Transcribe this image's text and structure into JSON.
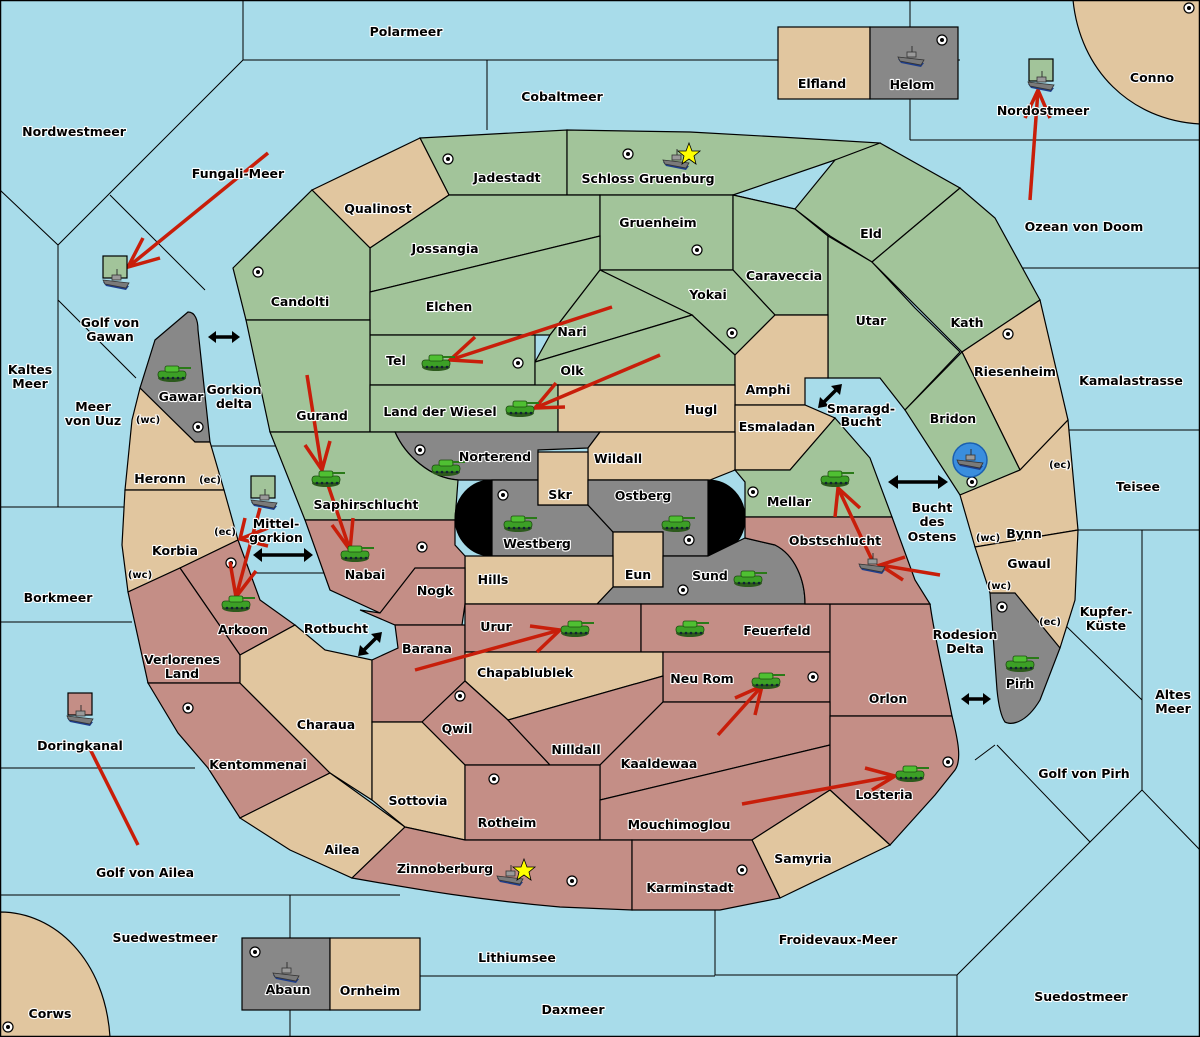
{
  "game": {
    "type": "diplomacy-variant-map",
    "colors": {
      "sea": "#a8dcea",
      "green_power": "#a2c49a",
      "red_power": "#c48e86",
      "neutral": "#e1c69f",
      "gray_power": "#888888",
      "order_arrow": "#c81e0a",
      "retreat_highlight": "#3a8ede",
      "capital_star": "#ffff00"
    }
  },
  "seas": {
    "polarmeer": "Polarmeer",
    "cobaltmeer": "Cobaltmeer",
    "nordwestmeer": "Nordwestmeer",
    "fungali": "Fungali-Meer",
    "nordostmeer": "Nordostmeer",
    "ozean": "Ozean von Doom",
    "golf_gawan_1": "Golf von",
    "golf_gawan_2": "Gawan",
    "kaltes_1": "Kaltes",
    "kaltes_2": "Meer",
    "uuz_1": "Meer",
    "uuz_2": "von Uuz",
    "gorkion_1": "Gorkion",
    "gorkion_2": "delta",
    "mittel_1": "Mittel-",
    "mittel_2": "gorkion",
    "borkmeer": "Borkmeer",
    "rotbucht": "Rotbucht",
    "doringkanal": "Doringkanal",
    "golf_ailea": "Golf von Ailea",
    "suedwestmeer": "Suedwestmeer",
    "lithiumsee": "Lithiumsee",
    "daxmeer": "Daxmeer",
    "froidevaux": "Froidevaux-Meer",
    "suedostmeer": "Suedostmeer",
    "golf_pirh": "Golf von Pirh",
    "altes_1": "Altes",
    "altes_2": "Meer",
    "kupfer_1": "Kupfer-",
    "kupfer_2": "Küste",
    "rodesion_1": "Rodesion",
    "rodesion_2": "Delta",
    "bucht_1": "Bucht",
    "bucht_2": "des",
    "bucht_3": "Ostens",
    "smaragd_1": "Smaragd-",
    "smaragd_2": "Bucht",
    "kamalastrasse": "Kamalastrasse",
    "teisee": "Teisee"
  },
  "provinces": {
    "elfland": "Elfland",
    "helom": "Helom",
    "conno": "Conno",
    "jadestadt": "Jadestadt",
    "schloss": "Schloss Gruenburg",
    "qualinost": "Qualinost",
    "gruenheim": "Gruenheim",
    "eld": "Eld",
    "jossangia": "Jossangia",
    "caraveccia": "Caraveccia",
    "candolti": "Candolti",
    "elchen": "Elchen",
    "yokai": "Yokai",
    "utar": "Utar",
    "kath": "Kath",
    "nari": "Nari",
    "tel": "Tel",
    "olk": "Olk",
    "riesenheim": "Riesenheim",
    "amphi": "Amphi",
    "gawar": "Gawar",
    "gurand": "Gurand",
    "land_der_wiesel": "Land der Wiesel",
    "hugl": "Hugl",
    "bridon": "Bridon",
    "esmaladan": "Esmaladan",
    "norterend": "Norterend",
    "wildall": "Wildall",
    "heronn": "Heronn",
    "skr": "Skr",
    "ostberg": "Ostberg",
    "mellar": "Mellar",
    "saphirschlucht": "Saphirschlucht",
    "westberg": "Westberg",
    "obstschlucht": "Obstschlucht",
    "bynn": "Bynn",
    "korbia": "Korbia",
    "nabai": "Nabai",
    "hills": "Hills",
    "eun": "Eun",
    "sund": "Sund",
    "gwaul": "Gwaul",
    "nogk": "Nogk",
    "arkoon": "Arkoon",
    "urur": "Urur",
    "feuerfeld": "Feuerfeld",
    "barana": "Barana",
    "pirh": "Pirh",
    "verlorenes_1": "Verlorenes",
    "verlorenes_2": "Land",
    "chapablublek": "Chapablublek",
    "neu_rom": "Neu Rom",
    "orlon": "Orlon",
    "charaua": "Charaua",
    "qwil": "Qwil",
    "nilldall": "Nilldall",
    "kentommenai": "Kentommenai",
    "kaaldewaa": "Kaaldewaa",
    "sottovia": "Sottovia",
    "losteria": "Losteria",
    "rotheim": "Rotheim",
    "mouchimoglou": "Mouchimoglou",
    "ailea": "Ailea",
    "samyria": "Samyria",
    "zinnoberburg": "Zinnoberburg",
    "karminstadt": "Karminstadt",
    "abaun": "Abaun",
    "ornheim": "Ornheim",
    "corws": "Corws"
  },
  "coasts": {
    "wc": "(wc)",
    "ec": "(ec)"
  },
  "units": {
    "count_armies": 17,
    "count_fleets": 11
  }
}
